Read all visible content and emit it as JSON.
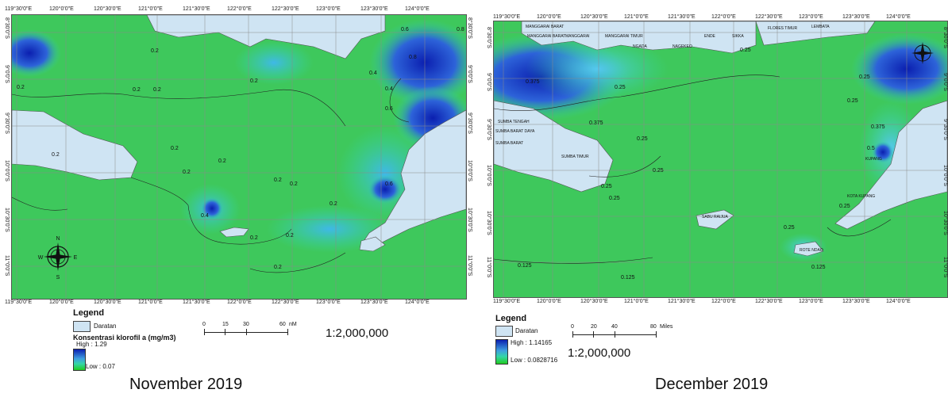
{
  "left_map": {
    "caption": "November 2019",
    "x_labels": [
      "119°30'0\"E",
      "120°0'0\"E",
      "120°30'0\"E",
      "121°0'0\"E",
      "121°30'0\"E",
      "122°0'0\"E",
      "122°30'0\"E",
      "123°0'0\"E",
      "123°30'0\"E",
      "124°0'0\"E"
    ],
    "y_labels": [
      "8°30'0\"S",
      "9°0'0\"S",
      "9°30'0\"S",
      "10°0'0\"S",
      "10°30'0\"S",
      "11°0'0\"S"
    ],
    "contour_labels": [
      "0.2",
      "0.2",
      "0.2",
      "0.2",
      "0.2",
      "0.2",
      "0.2",
      "0.2",
      "0.2",
      "0.2",
      "0.2",
      "0.2",
      "0.2",
      "0.2",
      "0.2",
      "0.4",
      "0.4",
      "0.4",
      "0.6",
      "0.6",
      "0.6",
      "0.8",
      "0.8"
    ],
    "legend": {
      "title": "Legend",
      "land_label": "Daratan",
      "ramp_title": "Konsentrasi klorofil a (mg/m3)",
      "high": "High : 1.29",
      "low": "Low : 0.07"
    },
    "scale": {
      "ticks": [
        "0",
        "15",
        "30",
        "60"
      ],
      "unit": "nM",
      "ratio": "1:2,000,000"
    },
    "north": {
      "n": "N",
      "s": "S",
      "e": "E",
      "w": "W"
    }
  },
  "right_map": {
    "caption": "December 2019",
    "x_labels": [
      "119°30'0\"E",
      "120°0'0\"E",
      "120°30'0\"E",
      "121°0'0\"E",
      "121°30'0\"E",
      "122°0'0\"E",
      "122°30'0\"E",
      "123°0'0\"E",
      "123°30'0\"E",
      "124°0'0\"E"
    ],
    "y_labels": [
      "8°30'0\"S",
      "9°0'0\"S",
      "9°30'0\"S",
      "10°0'0\"S",
      "10°30'0\"S",
      "11°0'0\"S"
    ],
    "place_labels": [
      "MANGGARAI BARAT",
      "MANGGARAI BARAT",
      "MANGGARAI",
      "MANGGARAI TIMUR",
      "NGADA",
      "NAGEKEO",
      "ENDE",
      "SIKKA",
      "FLORES TIMUR",
      "LEMBATA",
      "SUMBA TENGAH",
      "SUMBA BARAT DAYA",
      "SUMBA BARAT",
      "SUMBA TIMUR",
      "KUPANG",
      "KOTA KUPANG",
      "SABU RAIJUA",
      "ROTE NDAO"
    ],
    "contour_labels": [
      "0.25",
      "0.25",
      "0.25",
      "0.25",
      "0.25",
      "0.25",
      "0.25",
      "0.25",
      "0.25",
      "0.25",
      "0.375",
      "0.375",
      "0.375",
      "0.5",
      "0.125",
      "0.125",
      "0.125"
    ],
    "legend": {
      "title": "Legend",
      "land_label": "Daratan",
      "high": "High : 1.14165",
      "low": "Low : 0.0828716"
    },
    "scale": {
      "ticks": [
        "0",
        "20",
        "40",
        "80"
      ],
      "unit": "Miles",
      "ratio": "1:2,000,000"
    }
  },
  "colors": {
    "sea_low": "#22cc22",
    "sea_mid": "#34d6a6",
    "sea_high": "#3f9fe0",
    "sea_max": "#0b1fb0",
    "land": "#cfe4f3"
  }
}
